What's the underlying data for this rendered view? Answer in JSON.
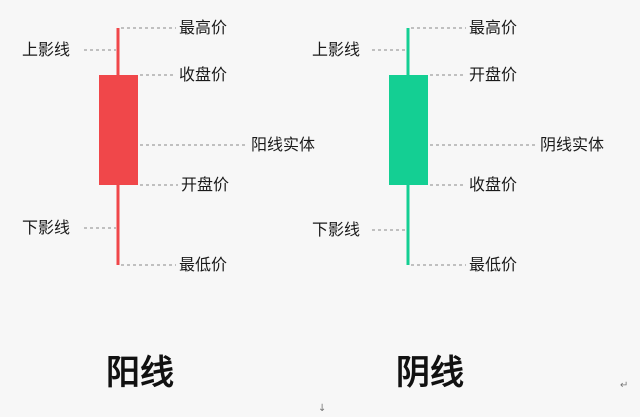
{
  "yang": {
    "title": "阳线",
    "upper_shadow": "上影线",
    "lower_shadow": "下影线",
    "high": "最高价",
    "close": "收盘价",
    "body": "阳线实体",
    "open": "开盘价",
    "low": "最低价",
    "color": "#f0474a"
  },
  "yin": {
    "title": "阴线",
    "upper_shadow": "上影线",
    "lower_shadow": "下影线",
    "high": "最高价",
    "open": "开盘价",
    "body": "阴线实体",
    "close": "收盘价",
    "low": "最低价",
    "color": "#14cf93"
  },
  "marks": {
    "down_arrow": "↓",
    "left_arrow": "↵"
  }
}
